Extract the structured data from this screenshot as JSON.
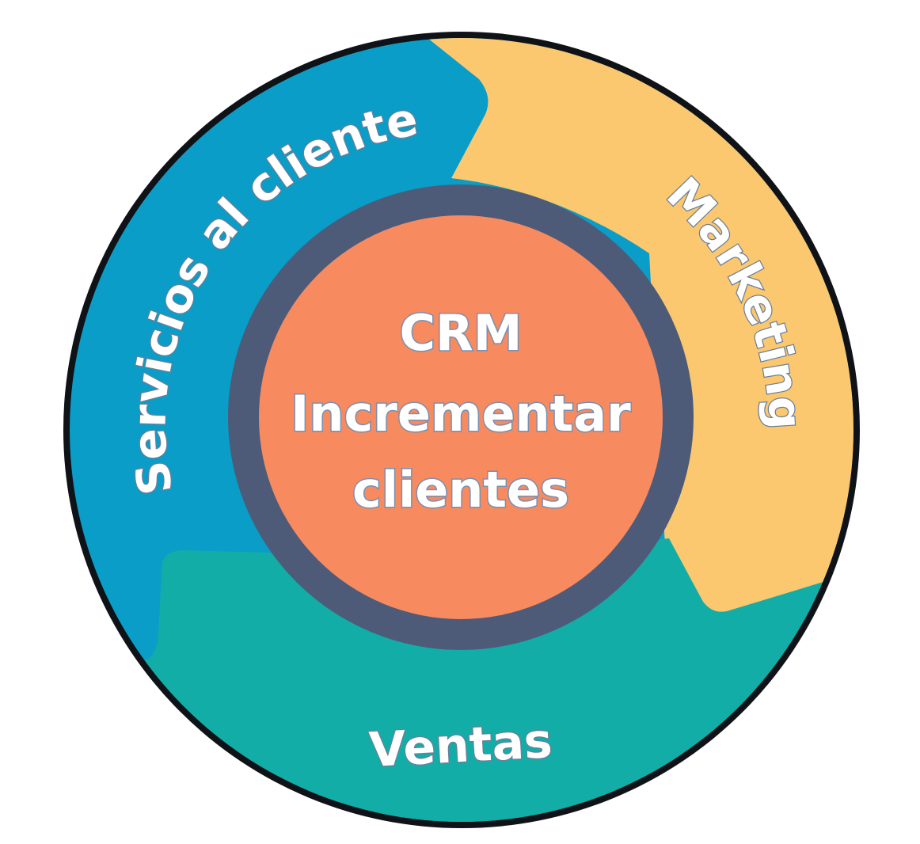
{
  "center": {
    "lines": [
      "CRM",
      "Incrementar",
      "clientes"
    ]
  },
  "segments": {
    "services": {
      "label": "Servicios al cliente"
    },
    "marketing": {
      "label": "Marketing"
    },
    "sales": {
      "label": "Ventas"
    }
  },
  "colors": {
    "outer_ring": "#0f1216",
    "services": "#0a9dc7",
    "marketing": "#fbc76f",
    "sales": "#13ada7",
    "inner_ring": "#4d5b78",
    "core": "#f78a5f",
    "text": "#ffffff"
  }
}
